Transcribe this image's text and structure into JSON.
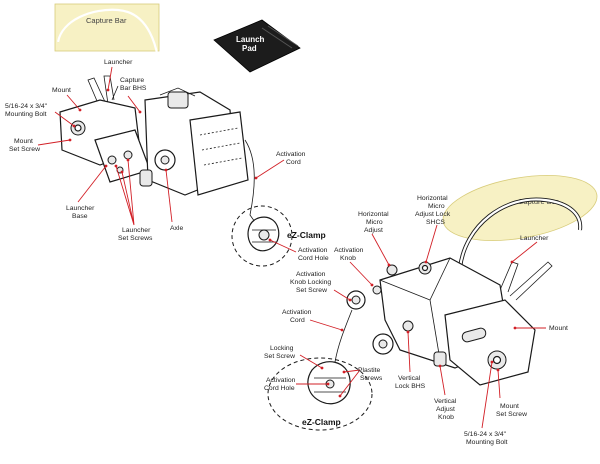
{
  "launch_pad": {
    "label_line1": "Launch",
    "label_line2": "Pad"
  },
  "upper_assembly": {
    "capture_bar": "Capture Bar",
    "launcher": "Launcher",
    "mount": "Mount",
    "capture_bar_bhs_line1": "Capture",
    "capture_bar_bhs_line2": "Bar BHS",
    "mounting_bolt_line1": "5/16-24 x 3/4\"",
    "mounting_bolt_line2": "Mounting Bolt",
    "mount_set_screw_line1": "Mount",
    "mount_set_screw_line2": "Set Screw",
    "launcher_base_line1": "Launcher",
    "launcher_base_line2": "Base",
    "launcher_set_screws_line1": "Launcher",
    "launcher_set_screws_line2": "Set Screws",
    "axle": "Axle",
    "activation_cord_line1": "Activation",
    "activation_cord_line2": "Cord",
    "ez_clamp": "eZ-Clamp",
    "activation_cord_hole_line1": "Activation",
    "activation_cord_hole_line2": "Cord Hole"
  },
  "lower_assembly": {
    "capture_bar": "Capture Bar",
    "launcher": "Launcher",
    "mount": "Mount",
    "horizontal_micro_adjust_line1": "Horizontal",
    "horizontal_micro_adjust_line2": "Micro",
    "horizontal_micro_adjust_line3": "Adjust",
    "horizontal_lock_line1": "Horizontal",
    "horizontal_lock_line2": "Micro",
    "horizontal_lock_line3": "Adjust Lock",
    "horizontal_lock_line4": "SHCS",
    "activation_knob_line1": "Activation",
    "activation_knob_line2": "Knob",
    "knob_locking_line1": "Activation",
    "knob_locking_line2": "Knob Locking",
    "knob_locking_line3": "Set Screw",
    "activation_cord_line1": "Activation",
    "activation_cord_line2": "Cord",
    "locking_set_screw_line1": "Locking",
    "locking_set_screw_line2": "Set Screw",
    "activation_cord_hole_line1": "Activation",
    "activation_cord_hole_line2": "Cord Hole",
    "plastite_screws_line1": "Plastite",
    "plastite_screws_line2": "Screws",
    "ez_clamp": "eZ-Clamp",
    "vertical_lock_bhs_line1": "Vertical",
    "vertical_lock_bhs_line2": "Lock BHS",
    "vertical_adjust_knob_line1": "Vertical",
    "vertical_adjust_knob_line2": "Adjust",
    "vertical_adjust_knob_line3": "Knob",
    "mount_set_screw_line1": "Mount",
    "mount_set_screw_line2": "Set Screw",
    "mounting_bolt_line1": "5/16-24 x 3/4\"",
    "mounting_bolt_line2": "Mounting Bolt"
  },
  "colors": {
    "leader": "#d21f26",
    "capture_bar_highlight": "#f7f1c4",
    "launch_pad": "#1c1c1c"
  }
}
